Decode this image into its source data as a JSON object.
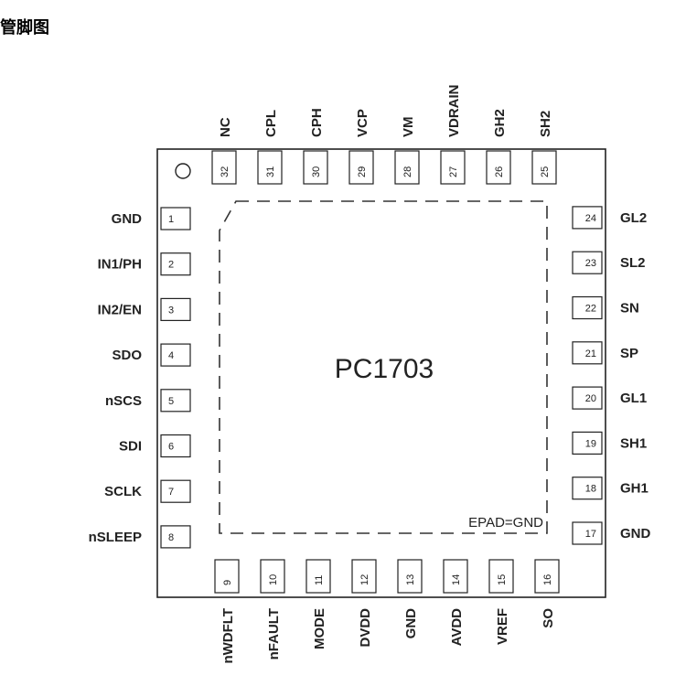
{
  "title": "管脚图",
  "part_number": "PC1703",
  "epad_label": "EPAD=GND",
  "pins_left": [
    {
      "num": "1",
      "name": "GND"
    },
    {
      "num": "2",
      "name": "IN1/PH"
    },
    {
      "num": "3",
      "name": "IN2/EN"
    },
    {
      "num": "4",
      "name": "SDO"
    },
    {
      "num": "5",
      "name": "nSCS"
    },
    {
      "num": "6",
      "name": "SDI"
    },
    {
      "num": "7",
      "name": "SCLK"
    },
    {
      "num": "8",
      "name": "nSLEEP"
    }
  ],
  "pins_bottom": [
    {
      "num": "9",
      "name": "nWDFLT"
    },
    {
      "num": "10",
      "name": "nFAULT"
    },
    {
      "num": "11",
      "name": "MODE"
    },
    {
      "num": "12",
      "name": "DVDD"
    },
    {
      "num": "13",
      "name": "GND"
    },
    {
      "num": "14",
      "name": "AVDD"
    },
    {
      "num": "15",
      "name": "VREF"
    },
    {
      "num": "16",
      "name": "SO"
    }
  ],
  "pins_right": [
    {
      "num": "17",
      "name": "GND"
    },
    {
      "num": "18",
      "name": "GH1"
    },
    {
      "num": "19",
      "name": "SH1"
    },
    {
      "num": "20",
      "name": "GL1"
    },
    {
      "num": "21",
      "name": "SP"
    },
    {
      "num": "22",
      "name": "SN"
    },
    {
      "num": "23",
      "name": "SL2"
    },
    {
      "num": "24",
      "name": "GL2"
    }
  ],
  "pins_top": [
    {
      "num": "25",
      "name": "SH2"
    },
    {
      "num": "26",
      "name": "GH2"
    },
    {
      "num": "27",
      "name": "VDRAIN"
    },
    {
      "num": "28",
      "name": "VM"
    },
    {
      "num": "29",
      "name": "VCP"
    },
    {
      "num": "30",
      "name": "CPH"
    },
    {
      "num": "31",
      "name": "CPL"
    },
    {
      "num": "32",
      "name": "NC"
    }
  ]
}
